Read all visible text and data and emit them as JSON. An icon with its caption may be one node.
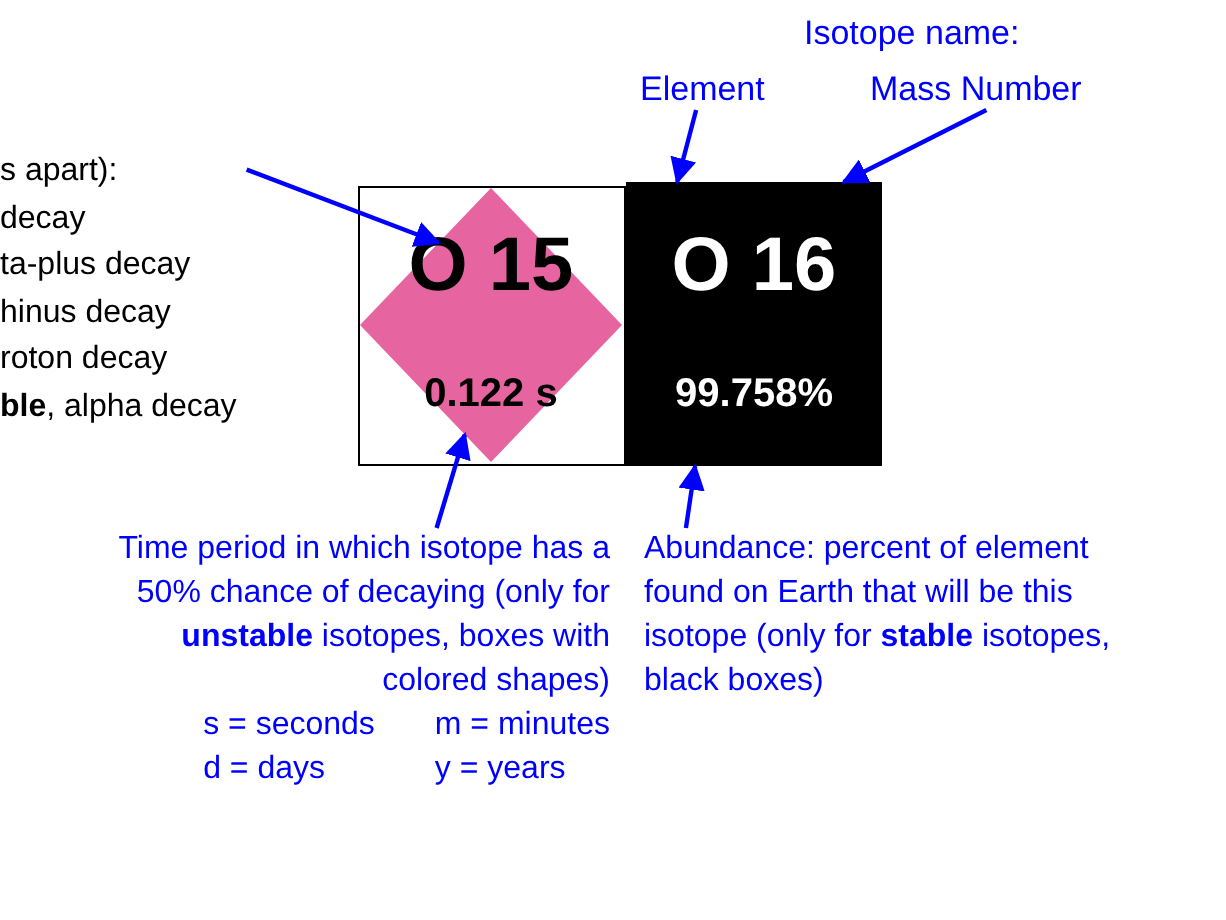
{
  "diagram": {
    "nodes": [
      {
        "text": [
          "s apart):",
          "decay",
          "ta-plus decay",
          "hinus decay",
          "roton decay",
          "**ble**, alpha decay"
        ]
      },
      {
        "text": [
          "Element"
        ]
      },
      {
        "text": [
          "Mass Number"
        ]
      },
      {
        "text": [],
        "shape": "box"
      },
      {
        "text": [
          "O 15",
          "0.122 s"
        ],
        "in": 3
      },
      {
        "text": [
          "O 16",
          "99.758%"
        ]
      },
      {
        "text": [
          "Time period in which isotope has a 50% chance of decaying (only for **unstable** isotopes, boxes with colored shapes)",
          "s = seconds",
          "m = minutes",
          "d = days",
          "y = years"
        ]
      },
      {
        "text": [
          "Abundance: percent of element found on Earth that will be this isotope (only for **stable** isotopes, black boxes)"
        ]
      }
    ],
    "edges": [
      {
        "from": 0,
        "to": 4,
        "arrow": "to"
      },
      {
        "from": 1,
        "to": 5,
        "arrow": "to"
      },
      {
        "from": 2,
        "to": 5,
        "arrow": "to"
      },
      {
        "from": 6,
        "to": 4,
        "arrow": "to"
      },
      {
        "from": 7,
        "to": 5,
        "arrow": "to"
      }
    ],
    "labels": [
      "Isotope name:"
    ]
  }
}
